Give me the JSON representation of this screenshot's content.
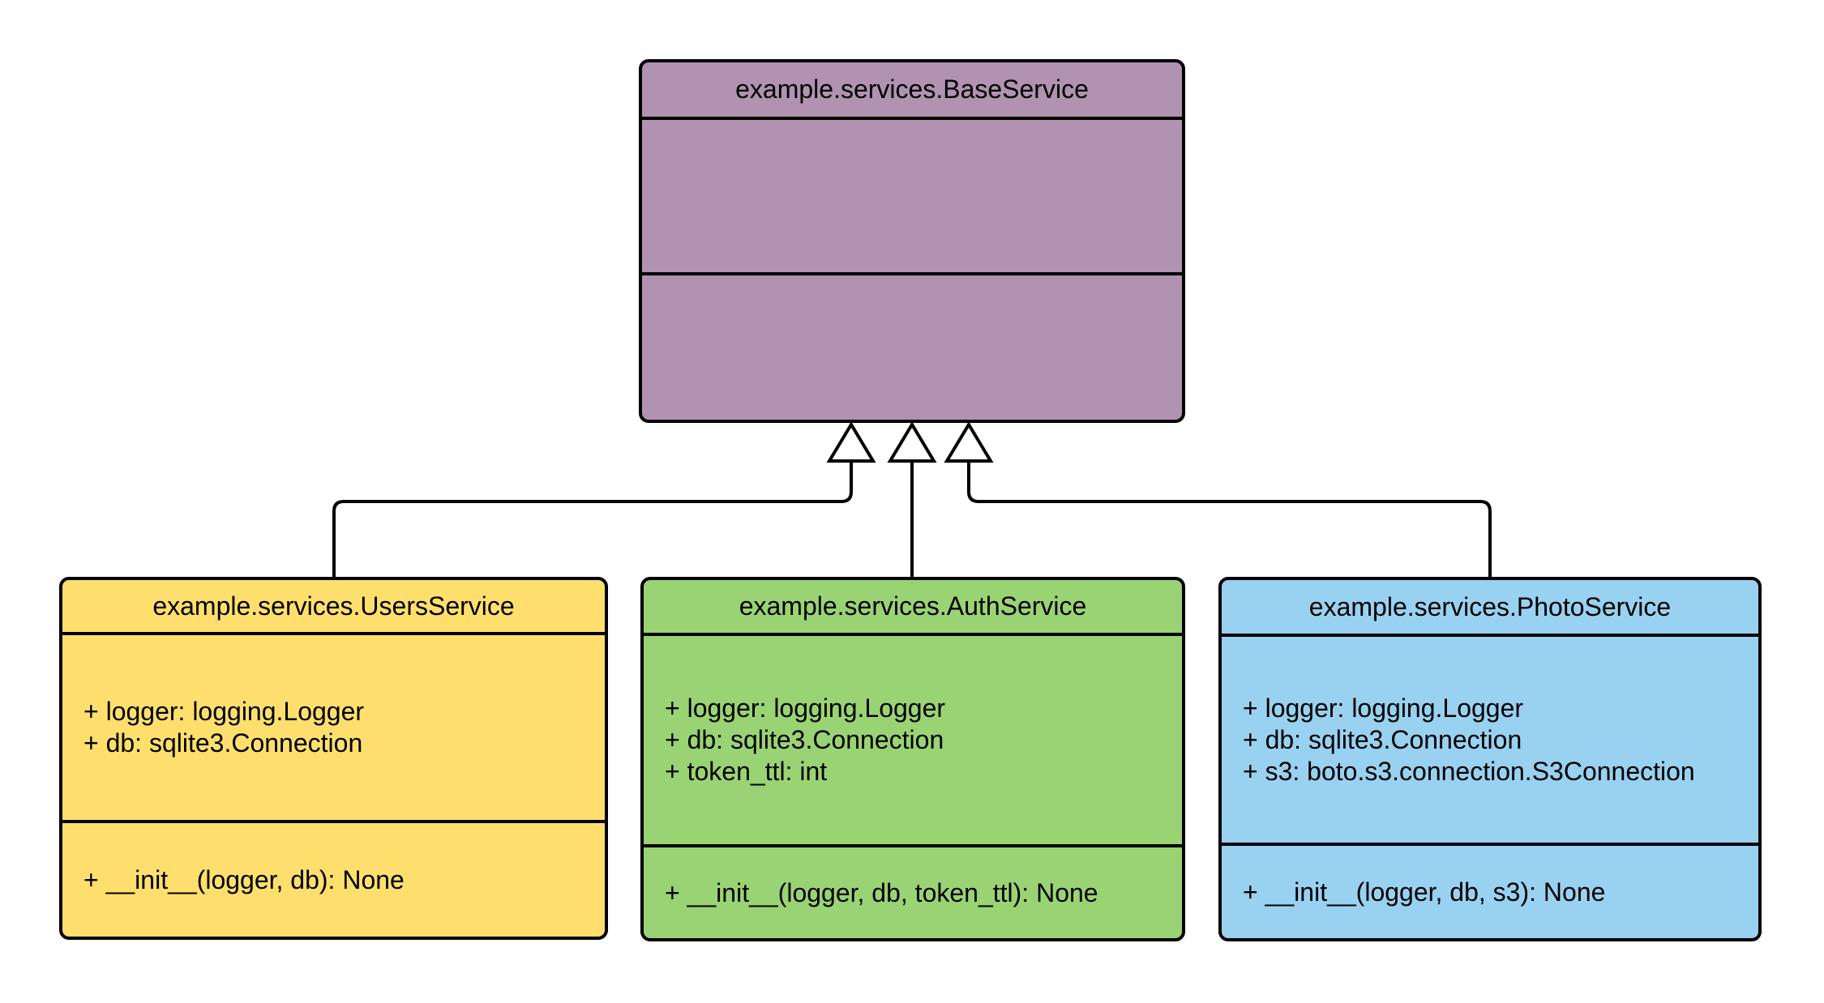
{
  "diagram": {
    "type": "uml-class-diagram",
    "colors": {
      "background": "#ffffff",
      "border": "#000000",
      "text": "#000000",
      "connector": "#000000",
      "triangle_fill": "#ffffff",
      "base_fill": "#b192b1",
      "users_fill": "#fedf6e",
      "auth_fill": "#9ad374",
      "photo_fill": "#99d1f0"
    },
    "classes": [
      {
        "id": "base",
        "name": "example.services.BaseService",
        "fill": "#b192b1",
        "attributes": [],
        "methods": []
      },
      {
        "id": "users",
        "name": "example.services.UsersService",
        "fill": "#fedf6e",
        "attributes": [
          "+ logger: logging.Logger",
          "+ db: sqlite3.Connection"
        ],
        "methods": [
          "+ __init__(logger, db): None"
        ]
      },
      {
        "id": "auth",
        "name": "example.services.AuthService",
        "fill": "#9ad374",
        "attributes": [
          "+ logger: logging.Logger",
          "+ db: sqlite3.Connection",
          "+ token_ttl: int"
        ],
        "methods": [
          "+ __init__(logger, db, token_ttl): None"
        ]
      },
      {
        "id": "photo",
        "name": "example.services.PhotoService",
        "fill": "#99d1f0",
        "attributes": [
          "+ logger: logging.Logger",
          "+ db: sqlite3.Connection",
          "+ s3: boto.s3.connection.S3Connection"
        ],
        "methods": [
          "+ __init__(logger, db, s3): None"
        ]
      }
    ],
    "relations": [
      {
        "type": "inheritance",
        "from": "example.services.UsersService",
        "to": "example.services.BaseService"
      },
      {
        "type": "inheritance",
        "from": "example.services.AuthService",
        "to": "example.services.BaseService"
      },
      {
        "type": "inheritance",
        "from": "example.services.PhotoService",
        "to": "example.services.BaseService"
      }
    ]
  }
}
